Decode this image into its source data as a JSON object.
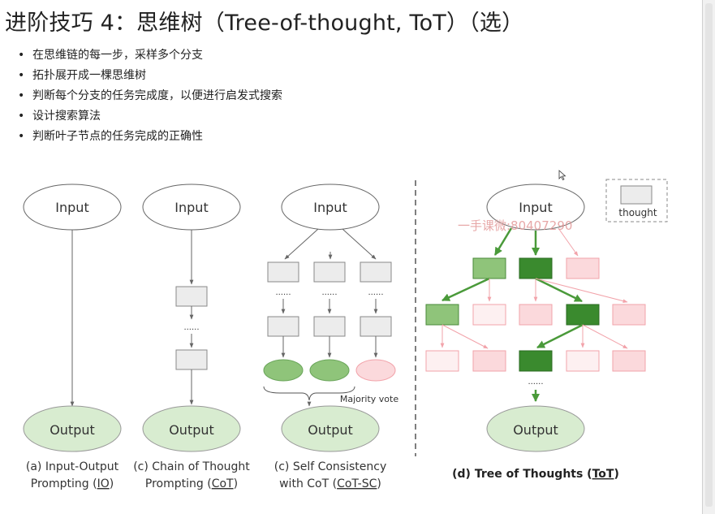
{
  "slide": {
    "title": "进阶技巧 4：思维树（Tree-of-thought, ToT）（选）",
    "bullets": [
      "在思维链的每一步，采样多个分支",
      "拓扑展开成一棵思维树",
      "判断每个分支的任务完成度，以便进行启发式搜索",
      "设计搜索算法",
      "判断叶子节点的任务完成的正确性"
    ]
  },
  "figure": {
    "input_label": "Input",
    "output_label": "Output",
    "dots": "......",
    "majority_vote": "Majority vote",
    "legend_label": "thought",
    "watermark": "一手课微:80407290",
    "captions": {
      "a": [
        "(a) Input-Output",
        "Prompting (",
        "IO",
        ")"
      ],
      "b": [
        "(c) Chain of Thought",
        "Prompting (",
        "CoT",
        ")"
      ],
      "c": [
        "(c) Self Consistency",
        "with CoT (",
        "CoT-SC",
        ")"
      ],
      "d": [
        "(d) Tree of Thoughts (",
        "ToT",
        ")"
      ]
    },
    "colors": {
      "dark_green": "#3a8a2e",
      "mid_green": "#8fc47a",
      "light_green": "#d8ecd0",
      "pink_fill": "#fbd9dc",
      "pink_stroke": "#f2a3aa",
      "gray_box": "#ececec"
    }
  }
}
